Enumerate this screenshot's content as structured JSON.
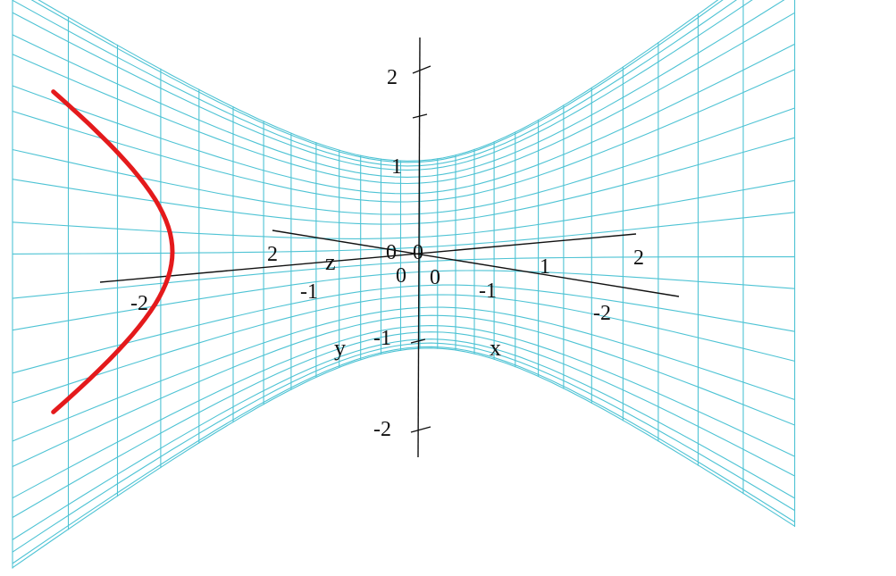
{
  "colors": {
    "mesh": "#4ec3d4",
    "curve": "#e41a1c",
    "axis": "#111111",
    "background": "#ffffff"
  },
  "vertical_axis": {
    "ticks": [
      {
        "label": "2",
        "value": 2
      },
      {
        "label": "1",
        "value": 1
      },
      {
        "label": "-1",
        "value": -1
      },
      {
        "label": "-2",
        "value": -2
      }
    ]
  },
  "depth_axis": {
    "ticks": [
      {
        "label": "2",
        "value": 2
      },
      {
        "label": "-1",
        "value": -1
      },
      {
        "label": "0",
        "value": 0
      },
      {
        "label": "-2",
        "value": -2
      }
    ],
    "name": "y"
  },
  "horizontal_axis": {
    "ticks": [
      {
        "label": "0",
        "value": 0
      },
      {
        "label": "1",
        "value": 1
      },
      {
        "label": "2",
        "value": 2
      },
      {
        "label": "-1",
        "value": -1
      },
      {
        "label": "-2",
        "value": -2
      }
    ],
    "name": "x"
  },
  "origin_labels": [
    "0",
    "0"
  ],
  "z_axis_name": "z"
}
